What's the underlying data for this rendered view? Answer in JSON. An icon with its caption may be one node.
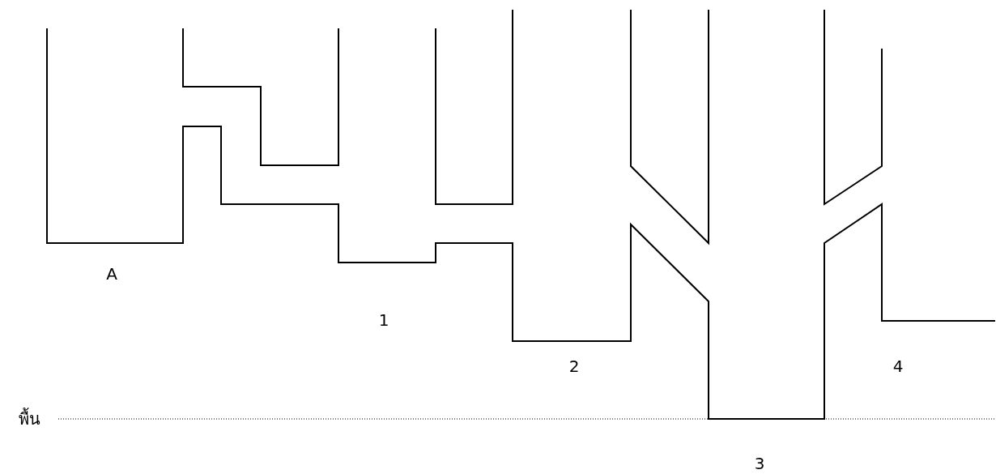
{
  "diagram": {
    "labels": [
      "A",
      "1",
      "2",
      "4",
      "พื้น",
      "3"
    ]
  }
}
